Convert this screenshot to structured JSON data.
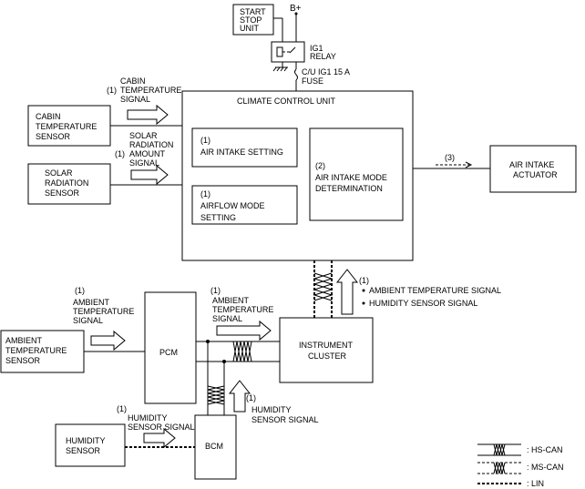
{
  "nodes": {
    "start_stop_unit": [
      "START",
      "STOP",
      "UNIT"
    ],
    "b_plus": "B+",
    "ig1_relay": [
      "IG1",
      "RELAY"
    ],
    "fuse": [
      "C/U IG1 15 A",
      "FUSE"
    ],
    "climate_control_unit": "CLIMATE CONTROL UNIT",
    "air_intake_setting": {
      "num": "(1)",
      "label": "AIR INTAKE SETTING"
    },
    "airflow_mode_setting": {
      "num": "(1)",
      "label": [
        "AIRFLOW MODE",
        "SETTING"
      ]
    },
    "air_intake_mode_determination": {
      "num": "(2)",
      "label": [
        "AIR INTAKE MODE",
        "DETERMINATION"
      ]
    },
    "cabin_temperature_sensor": [
      "CABIN",
      "TEMPERATURE",
      "SENSOR"
    ],
    "solar_radiation_sensor": [
      "SOLAR",
      "RADIATION",
      "SENSOR"
    ],
    "air_intake_actuator": [
      "AIR INTAKE",
      "ACTUATOR"
    ],
    "pcm": "PCM",
    "instrument_cluster": [
      "INSTRUMENT",
      "CLUSTER"
    ],
    "ambient_temperature_sensor": [
      "AMBIENT",
      "TEMPERATURE",
      "SENSOR"
    ],
    "humidity_sensor": [
      "HUMIDITY",
      "SENSOR"
    ],
    "bcm": "BCM"
  },
  "signals": {
    "cabin_temp": {
      "num": "(1)",
      "lines": [
        "CABIN",
        "TEMPERATURE",
        "SIGNAL"
      ]
    },
    "solar": {
      "num": "(1)",
      "lines": [
        "SOLAR",
        "RADIATION",
        "AMOUNT",
        "SIGNAL"
      ]
    },
    "actuator": "(3)",
    "ambient_left": {
      "num": "(1)",
      "lines": [
        "AMBIENT",
        "TEMPERATURE",
        "SIGNAL"
      ]
    },
    "ambient_mid": {
      "num": "(1)",
      "lines": [
        "AMBIENT",
        "TEMPERATURE",
        "SIGNAL"
      ]
    },
    "cluster_to_ccu": {
      "num": "(1)",
      "items": [
        "AMBIENT TEMPERATURE SIGNAL",
        "HUMIDITY SENSOR SIGNAL"
      ]
    },
    "humidity_bcm_pcm": [
      "HUMIDITY",
      "SENSOR SIGNAL"
    ],
    "humidity_in": {
      "num": "(1)",
      "lines": [
        "HUMIDITY",
        "SENSOR SIGNAL"
      ]
    },
    "humidity_up_num": "(1)"
  },
  "legend": {
    "hs_can": ": HS-CAN",
    "ms_can": ": MS-CAN",
    "lin": ": LIN"
  }
}
